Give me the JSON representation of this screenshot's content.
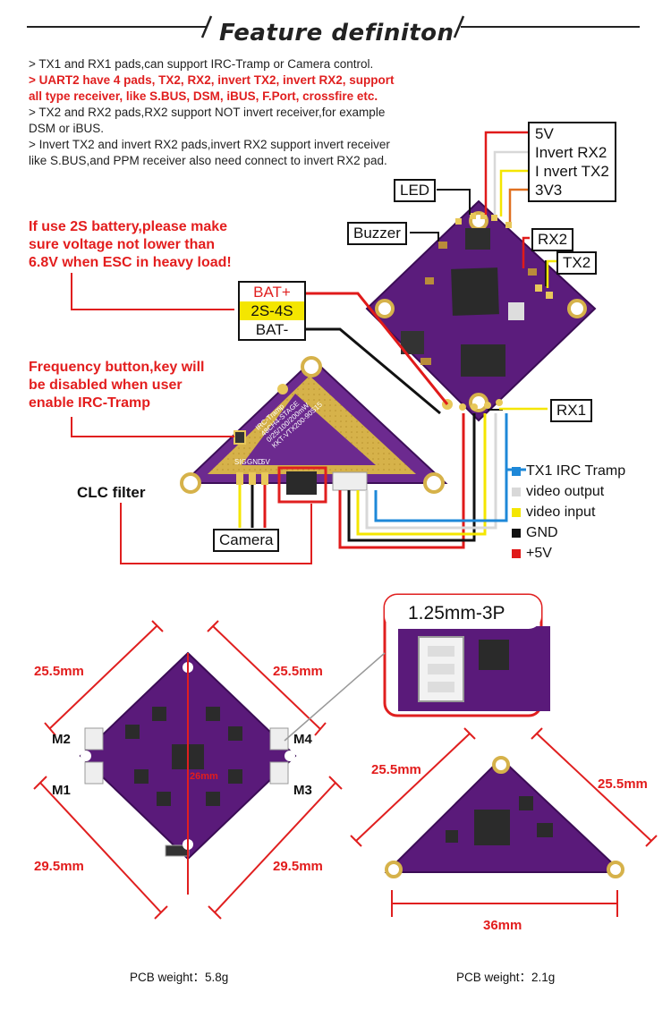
{
  "title": "Feature definiton",
  "notes": [
    {
      "text": "> TX1 and RX1 pads,can support IRC-Tramp or Camera control.",
      "red": false
    },
    {
      "text": "> UART2 have 4 pads, TX2, RX2, invert TX2, invert RX2, support",
      "red": true
    },
    {
      "text": "   all type receiver, like S.BUS, DSM, iBUS, F.Port, crossfire etc.",
      "red": true
    },
    {
      "text": "> TX2 and RX2 pads,RX2 support NOT invert receiver,for example",
      "red": false
    },
    {
      "text": "   DSM or iBUS.",
      "red": false
    },
    {
      "text": "> Invert TX2 and invert RX2 pads,invert RX2 support invert receiver",
      "red": false
    },
    {
      "text": "   like S.BUS,and PPM receiver also need connect to invert RX2 pad.",
      "red": false
    }
  ],
  "battery_note": [
    "If use 2S battery,please make",
    "sure voltage not lower than",
    "6.8V when ESC in heavy load!"
  ],
  "frequency_note": [
    "Frequency button,key will",
    "be disabled when user",
    "enable IRC-Tramp"
  ],
  "labels": {
    "uart_box": [
      "5V",
      "Invert RX2",
      "I nvert TX2",
      "3V3"
    ],
    "led": "LED",
    "buzzer": "Buzzer",
    "rx2": "RX2",
    "tx2": "TX2",
    "rx1": "RX1",
    "battery": [
      "BAT+",
      "2S-4S",
      "BAT-"
    ],
    "clc_filter": "CLC filter",
    "camera": "Camera",
    "connector": "1.25mm-3P"
  },
  "vtx_silkscreen": [
    "IRC-Tramp",
    "48CH4-STAGE",
    "0/25/100/200mW",
    "KKT-VTX200-90S15",
    "SIG",
    "GND",
    "5V"
  ],
  "legend": [
    {
      "label": "TX1 IRC Tramp",
      "color": "#1e88d8"
    },
    {
      "label": "video output",
      "color": "#d8d8d8"
    },
    {
      "label": "video input",
      "color": "#f4e600"
    },
    {
      "label": "GND",
      "color": "#111111"
    },
    {
      "label": "+5V",
      "color": "#e01a1a"
    }
  ],
  "dimensions": {
    "fc_top_left": "25.5mm",
    "fc_top_right": "25.5mm",
    "fc_bottom_left": "29.5mm",
    "fc_bottom_right": "29.5mm",
    "fc_center": "26mm",
    "vtx_left": "25.5mm",
    "vtx_right": "25.5mm",
    "vtx_bottom": "36mm"
  },
  "motors": [
    "M2",
    "M1",
    "M4",
    "M3"
  ],
  "weights": {
    "fc": "PCB weight：5.8g",
    "vtx": "PCB weight：2.1g"
  },
  "colors": {
    "pcb": "#5a1a7a",
    "pcb_dark": "#3e0f57",
    "pad_gold": "#d9b64a",
    "accent_red": "#e01f1f"
  }
}
